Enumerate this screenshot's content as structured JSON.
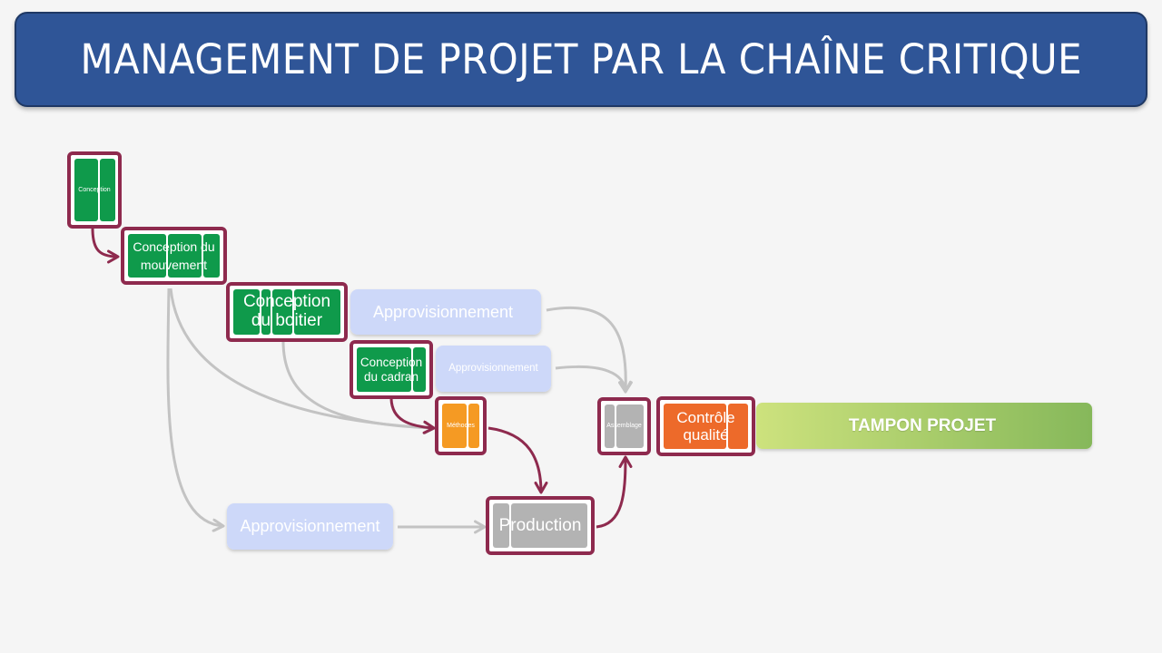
{
  "title": "MANAGEMENT DE PROJET PAR LA CHAÎNE CRITIQUE",
  "colors": {
    "title_bg": "#2f5597",
    "critical_border": "#8e2a4e",
    "critical_green": "#0f9a4b",
    "orange": "#f59a23",
    "orange_red": "#ed6a2a",
    "gray_task": "#b3b3b3",
    "supply": "#cdd8f9",
    "gray_arrow": "#c3c3c3",
    "buffer_start": "#cde27d",
    "buffer_end": "#86b85a"
  },
  "tasks": {
    "conception": "Conception",
    "conception_mouvement": "Conception du\nmouvement",
    "conception_boitier": "Conception\ndu boitier",
    "conception_cadran": "Conception\ndu cadran",
    "methodes": "Méthodes",
    "production": "Production",
    "assemblage": "Assemblage",
    "controle_qualite": "Contrôle\nqualité"
  },
  "supplies": {
    "approvisionnement_1": "Approvisionnement",
    "approvisionnement_2": "Approvisionnement",
    "approvisionnement_3": "Approvisionnement"
  },
  "buffer": {
    "label": "TAMPON PROJET"
  }
}
